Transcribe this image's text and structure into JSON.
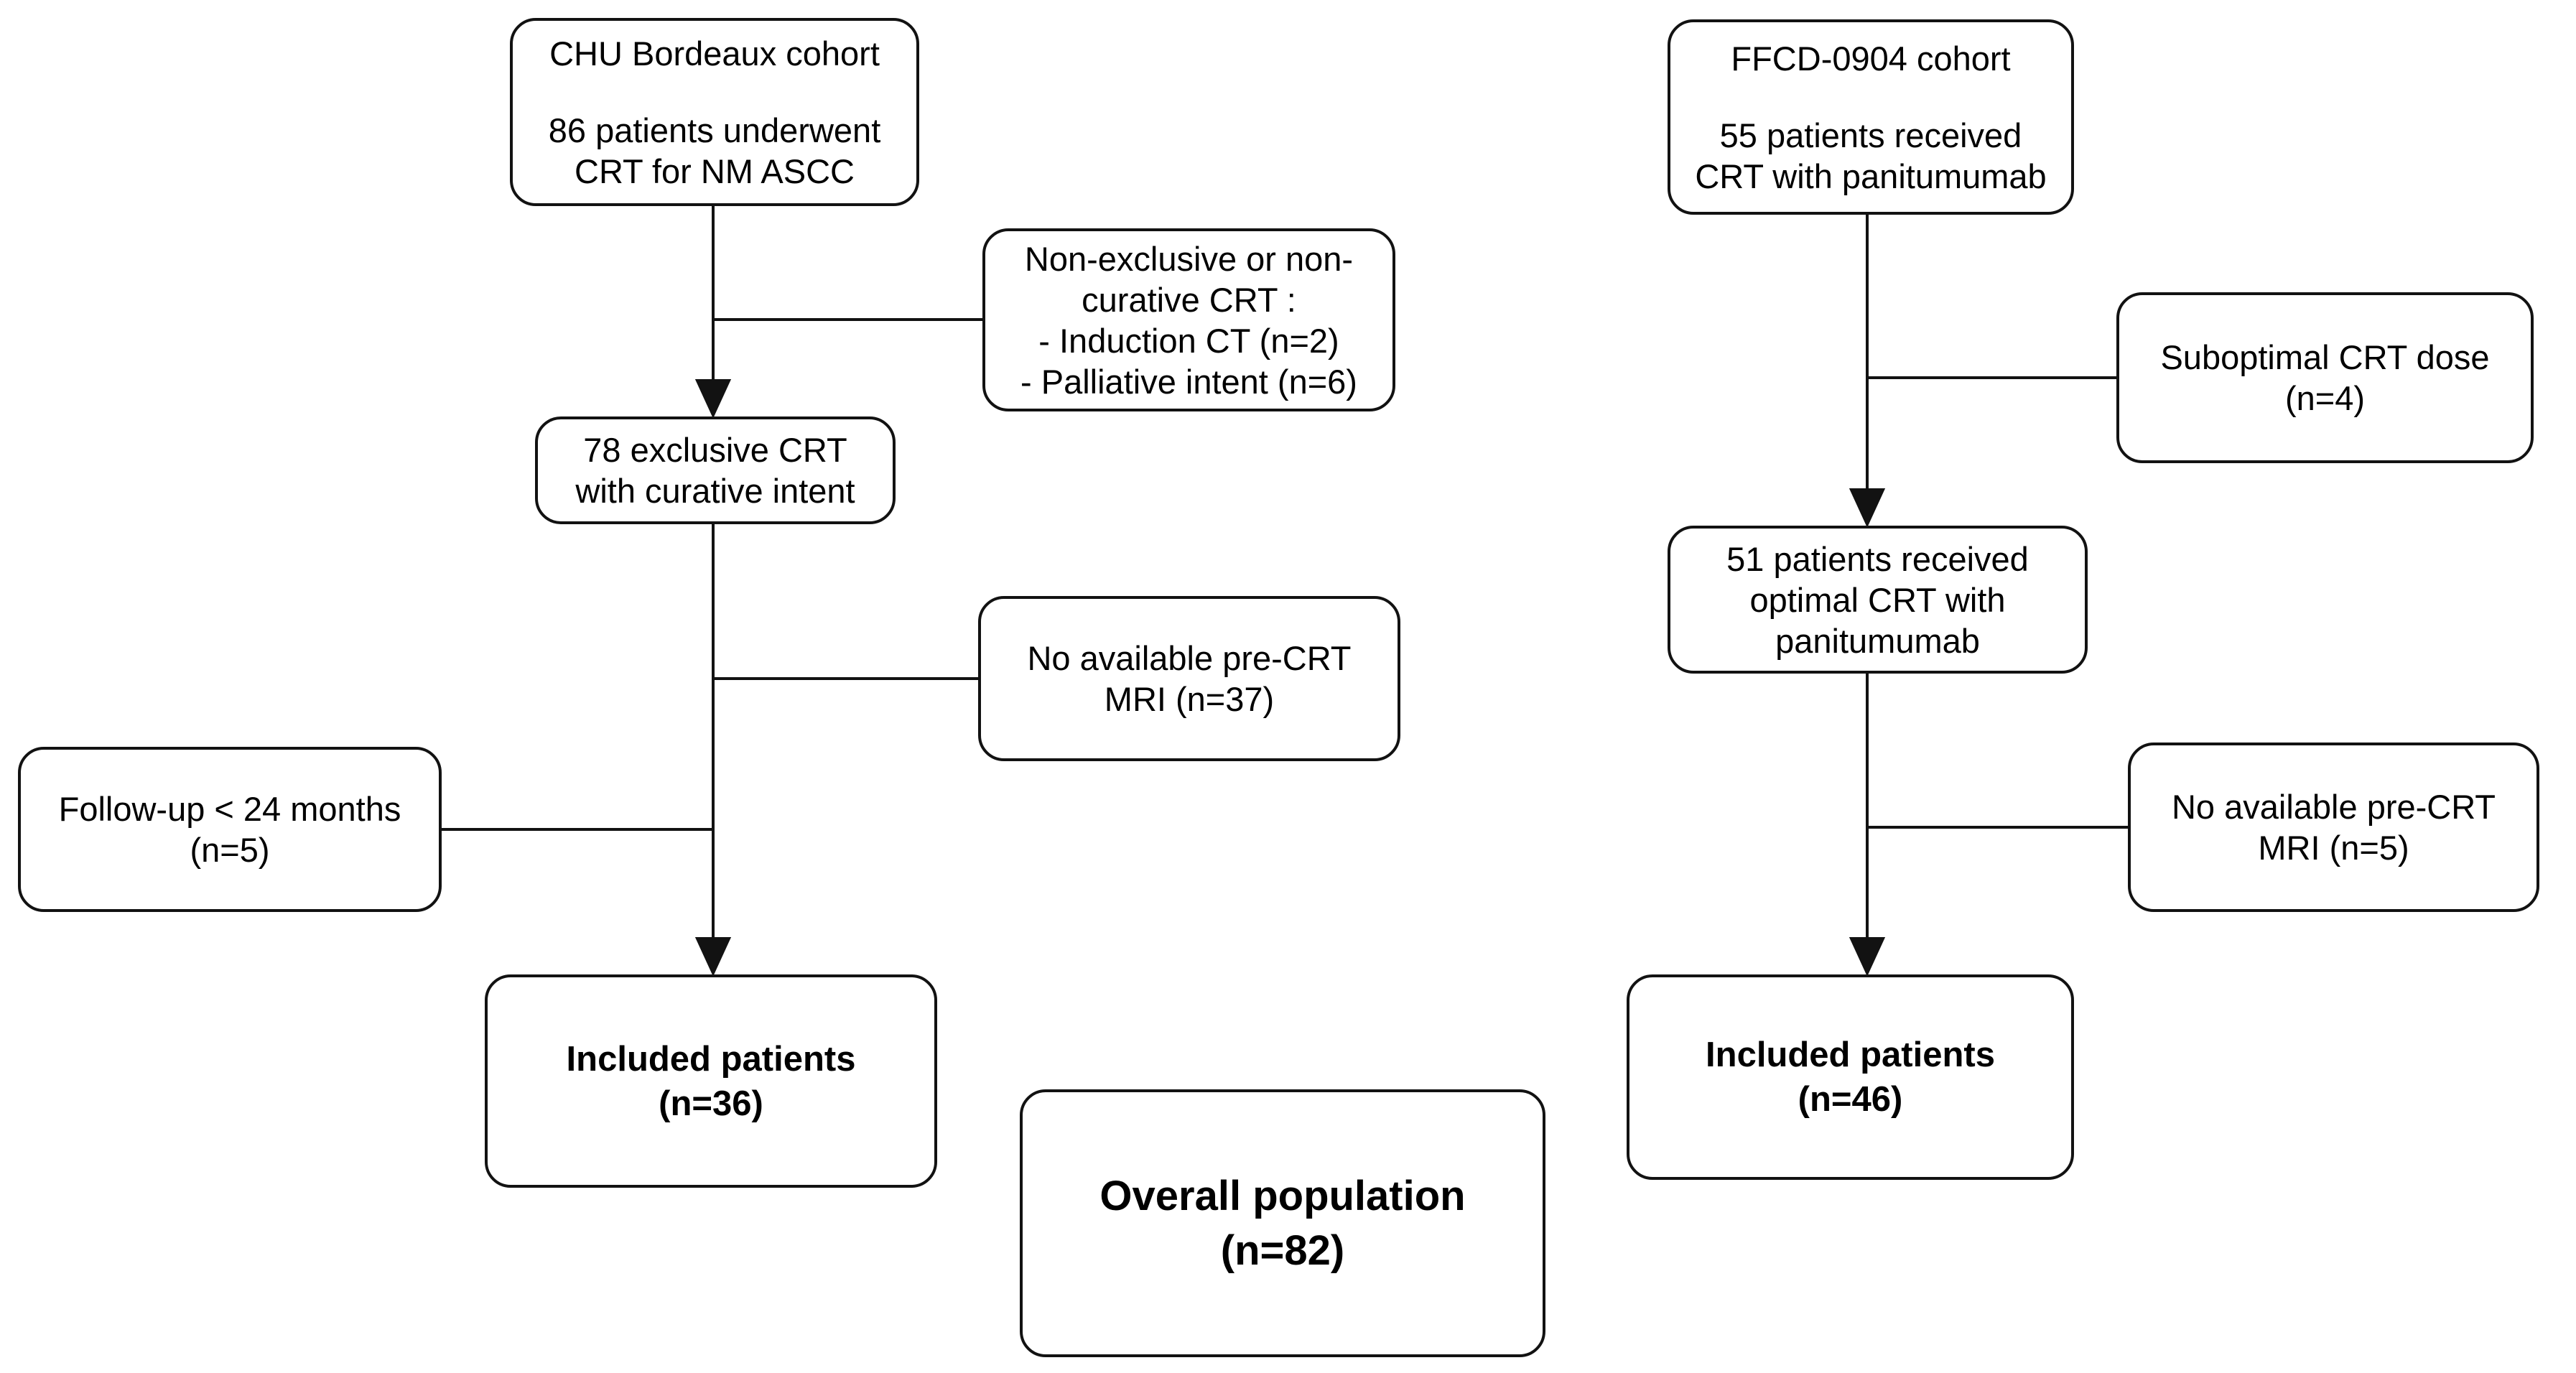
{
  "figure": {
    "type": "patient-flow-diagram",
    "colors": {
      "stroke": "#121212",
      "background": "#ffffff",
      "text": "#000000"
    }
  },
  "boxes": {
    "chu": {
      "lines": [
        "CHU Bordeaux cohort",
        "86 patients underwent",
        "CRT for NM ASCC"
      ]
    },
    "nonExclusive": {
      "lines": [
        "Non-exclusive or non-",
        "curative CRT :",
        "- Induction CT (n=2)",
        "- Palliative intent (n=6)"
      ]
    },
    "exclusive78": {
      "lines": [
        "78 exclusive CRT",
        "with curative intent"
      ]
    },
    "noMri37": {
      "lines": [
        "No available pre-CRT",
        "MRI (n=37)"
      ]
    },
    "followUp": {
      "lines": [
        "Follow-up < 24 months",
        "(n=5)"
      ]
    },
    "included36": {
      "lines": [
        "Included patients",
        "(n=36)"
      ]
    },
    "overall": {
      "lines": [
        "Overall population",
        "(n=82)"
      ]
    },
    "ffcd": {
      "lines": [
        "FFCD-0904 cohort",
        "55 patients received",
        "CRT with panitumumab"
      ]
    },
    "suboptimal": {
      "lines": [
        "Suboptimal CRT dose",
        "(n=4)"
      ]
    },
    "optimal51": {
      "lines": [
        "51 patients received",
        "optimal CRT with",
        "panitumumab"
      ]
    },
    "noMri5": {
      "lines": [
        "No available pre-CRT",
        "MRI (n=5)"
      ]
    },
    "included46": {
      "lines": [
        "Included patients",
        "(n=46)"
      ]
    }
  }
}
